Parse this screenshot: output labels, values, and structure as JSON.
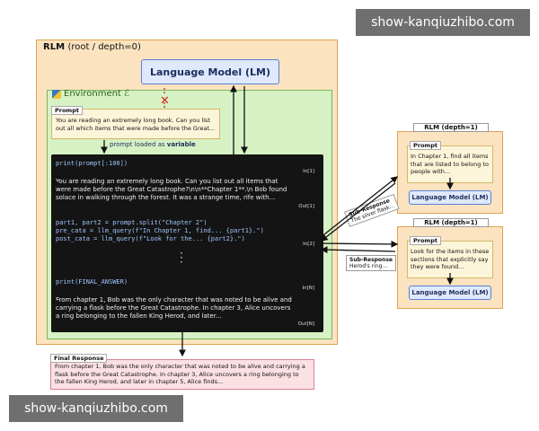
{
  "root": {
    "title_bold": "RLM",
    "title_rest": "(root / depth=0)",
    "lm_label": "Language Model (LM)",
    "environment_label": "Environment ℰ",
    "prompt_tag": "Prompt",
    "prompt_text": "You are reading an extremely long book. Can you list out all which items that were made before the Great...",
    "loaded_prefix": "prompt loaded as ",
    "loaded_word": "variable"
  },
  "repl": {
    "cells": [
      {
        "code": "print(prompt[:100])",
        "label": "In[1]"
      },
      {
        "out": "You are reading an extremely long book. Can you list out all items that were made before the Great Catastrophe?\\n\\n**Chapter 1**.\\n Bob found solace in walking through the forest. It was a strange time, rife with...",
        "label": "Out[1]"
      },
      {
        "code_lines": [
          "part1, part2 = prompt.split(\"Chapter 2\")",
          "pre_cata = llm_query(f\"In Chapter 1, find... {part1}.\")",
          "post_cata = llm_query(f\"Look for the... {part2}.\")"
        ],
        "label": "In[2]"
      },
      {
        "code": "print(FINAL_ANSWER)",
        "label": "In[N]"
      },
      {
        "out": "From chapter 1, Bob was the only character that was noted to be alive and carrying a flask before the Great Catastrophe. In chapter 3, Alice uncovers a ring belonging to the fallen King Herod, and later...",
        "label": "Out[N]"
      }
    ]
  },
  "final": {
    "tag": "Final Response",
    "text": "From chapter 1, Bob was the only character that was noted to be alive and carrying a flask before the Great Catastrophe. In chapter 3, Alice uncovers a ring belonging to the fallen King Herod, and later in chapter 5, Alice finds..."
  },
  "sub1": {
    "title": "RLM (depth=1)",
    "prompt_tag": "Prompt",
    "prompt_text": "In Chapter 1, find all items that are listed to belong to people with...",
    "lm_label": "Language Model (LM)",
    "response_tag": "Sub-Response",
    "response_text": "The silver flask..."
  },
  "sub2": {
    "title": "RLM (depth=1)",
    "prompt_tag": "Prompt",
    "prompt_text": "Look for the items in these sections that explicitly say they were found...",
    "lm_label": "Language Model (LM)",
    "response_tag": "Sub-Response",
    "response_text": "Herod's ring..."
  },
  "watermarks": {
    "top": "show-kanqiuzhibo.com",
    "bottom": "show-kanqiuzhibo.com"
  },
  "colors": {
    "rlm_fill": "#fbe3c0",
    "environment_fill": "#d6f2c4",
    "lm_fill": "#dfe9fb",
    "prompt_fill": "#fdf5d9",
    "final_fill": "#fbe0e4",
    "repl_fill": "#141414"
  }
}
